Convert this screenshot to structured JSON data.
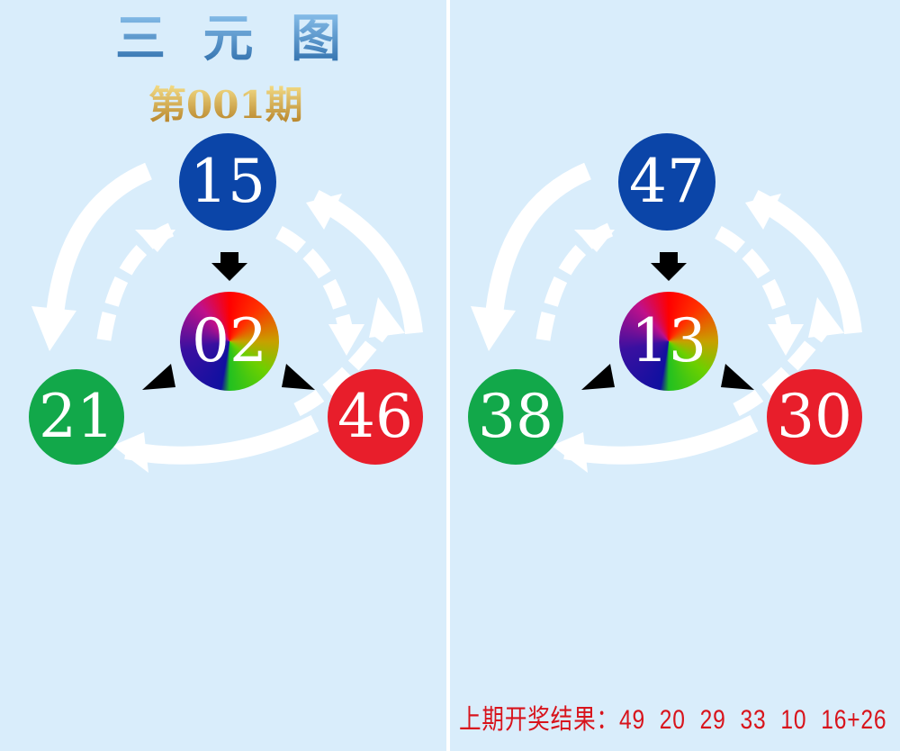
{
  "title": "三 元 图",
  "issue": "第001期",
  "left": {
    "top": "15",
    "center": "02",
    "left": "21",
    "right": "46"
  },
  "right": {
    "top": "47",
    "center": "13",
    "left": "38",
    "right": "30"
  },
  "colors": {
    "top": "#0b45a8",
    "left": "#12a84a",
    "right": "#e81e2b",
    "background": "#d9edfb"
  },
  "result": {
    "label": "上期开奖结果：",
    "numbers": "49 20 29 33 10 16+26"
  }
}
